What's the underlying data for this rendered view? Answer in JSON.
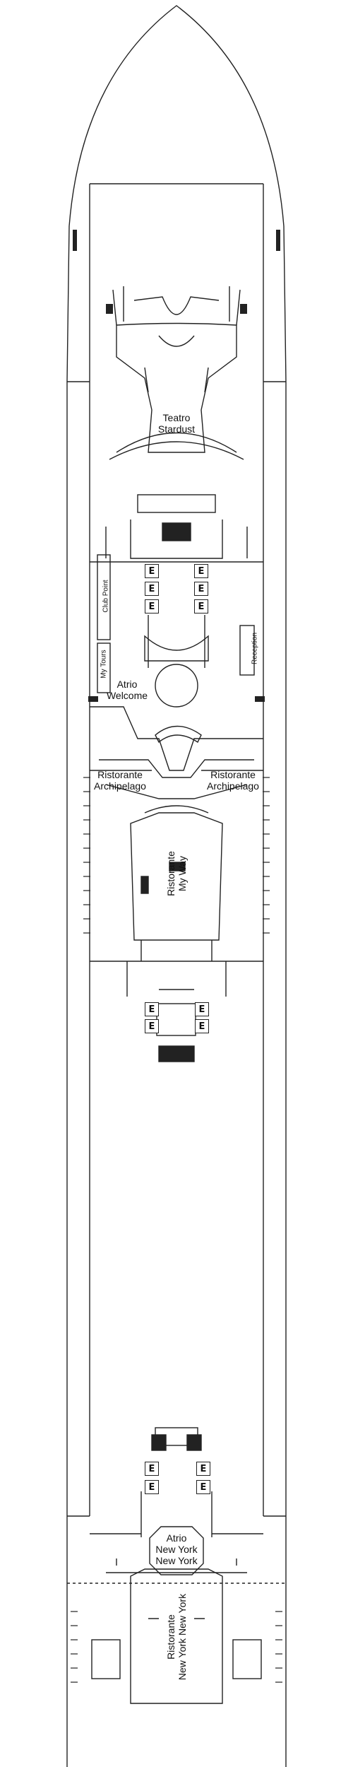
{
  "venues": {
    "theatre": [
      "Teatro",
      "Stardust"
    ],
    "atrium_welcome": [
      "Atrio",
      "Welcome"
    ],
    "archipelago_left": [
      "Ristorante",
      "Archipelago"
    ],
    "archipelago_right": [
      "Ristorante",
      "Archipelago"
    ],
    "my_way": [
      "Ristorante",
      "My Way"
    ],
    "atrium_new_york": [
      "Atrio",
      "New York",
      "New York"
    ],
    "new_york_restaurant": [
      "Ristorante",
      "New York New York"
    ]
  },
  "small_labels": {
    "club_point": "Club Point",
    "my_tours": "My Tours",
    "reception": "Reception"
  },
  "elevator_glyph": "E"
}
